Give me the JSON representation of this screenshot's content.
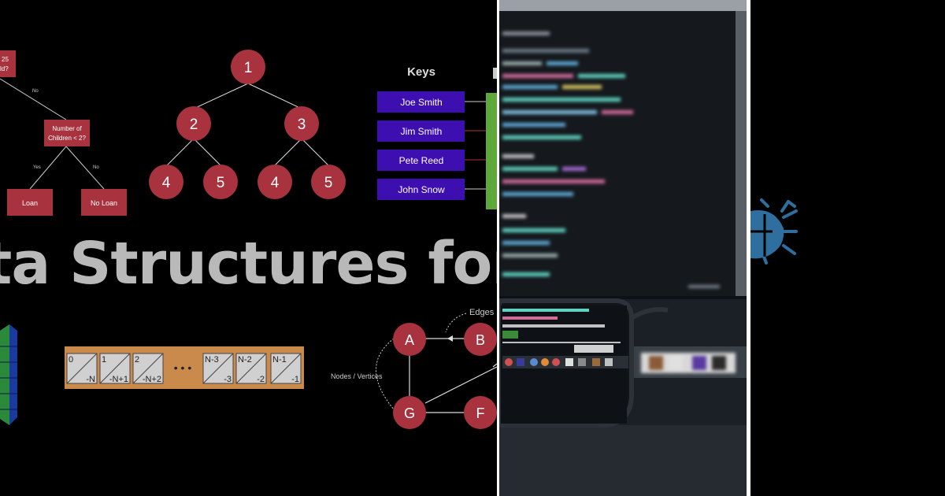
{
  "decision_tree": {
    "root_label_lines": [
      "25",
      "ld?"
    ],
    "branch_no": "No",
    "node_label_lines": [
      "Number of",
      "Children < 2?"
    ],
    "branch_yes": "Yes",
    "branch_no_2": "No",
    "leaf_loan": "Loan",
    "leaf_no_loan": "No Loan"
  },
  "binary_tree": {
    "nodes": [
      "1",
      "2",
      "3",
      "4",
      "5",
      "4",
      "5"
    ]
  },
  "hash_table": {
    "heading": "Keys",
    "keys": [
      "Joe Smith",
      "Jim Smith",
      "Pete Reed",
      "John Snow"
    ]
  },
  "title": "ta Structures for",
  "array": {
    "cells": [
      {
        "top": "0",
        "bottom": "-N"
      },
      {
        "top": "1",
        "bottom": "-N+1"
      },
      {
        "top": "2",
        "bottom": "-N+2"
      },
      {
        "top": "N-3",
        "bottom": "-3"
      },
      {
        "top": "N-2",
        "bottom": "-2"
      },
      {
        "top": "N-1",
        "bottom": "-1"
      }
    ],
    "ellipsis": "• • •"
  },
  "graph": {
    "edges_label": "Edges",
    "nodes_label": "Nodes / Vertices",
    "nodes": [
      "A",
      "B",
      "G",
      "F"
    ]
  },
  "colors": {
    "node_red": "#a8333f",
    "key_purple": "#3d0fb0",
    "hash_green": "#5fa83a",
    "array_brown": "#c98a4b",
    "bug_blue": "#2f6fa0"
  },
  "icons": [
    "bug-icon",
    "glasses-icon"
  ]
}
